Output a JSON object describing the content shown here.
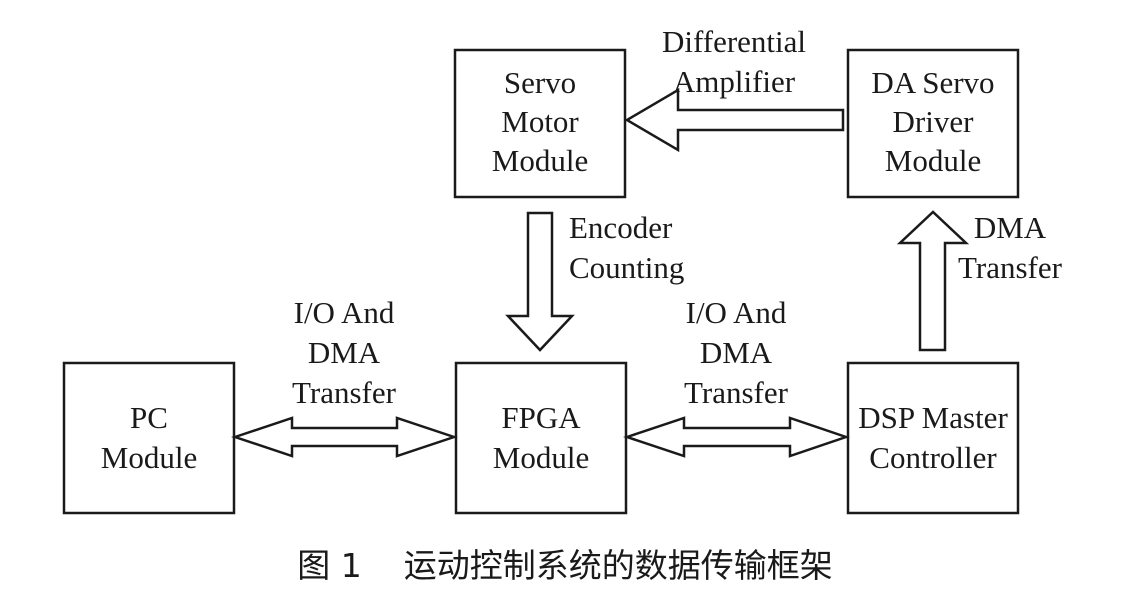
{
  "diagram": {
    "nodes": {
      "servo_motor": {
        "lines": [
          "Servo",
          "Motor",
          "Module"
        ]
      },
      "da_servo_driver": {
        "lines": [
          "DA Servo",
          "Driver",
          "Module"
        ]
      },
      "pc": {
        "lines": [
          "PC",
          "Module"
        ]
      },
      "fpga": {
        "lines": [
          "FPGA",
          "Module"
        ]
      },
      "dsp": {
        "lines": [
          "DSP Master",
          "Controller"
        ]
      }
    },
    "edges": {
      "da_to_servo": {
        "from": "DA Servo Driver Module",
        "to": "Servo Motor Module",
        "direction": "one-way",
        "lines": [
          "Differential",
          "Amplifier"
        ]
      },
      "servo_to_fpga": {
        "from": "Servo Motor Module",
        "to": "FPGA Module",
        "direction": "one-way",
        "lines": [
          "Encoder",
          "Counting"
        ]
      },
      "dsp_to_da": {
        "from": "DSP Master Controller",
        "to": "DA Servo Driver Module",
        "direction": "one-way",
        "lines": [
          "DMA",
          "Transfer"
        ]
      },
      "pc_fpga": {
        "from": "PC Module",
        "to": "FPGA Module",
        "direction": "two-way",
        "lines": [
          "I/O And",
          "DMA",
          "Transfer"
        ]
      },
      "fpga_dsp": {
        "from": "FPGA Module",
        "to": "DSP Master Controller",
        "direction": "two-way",
        "lines": [
          "I/O And",
          "DMA",
          "Transfer"
        ]
      }
    }
  },
  "caption": "图 1    运动控制系统的数据传输框架"
}
